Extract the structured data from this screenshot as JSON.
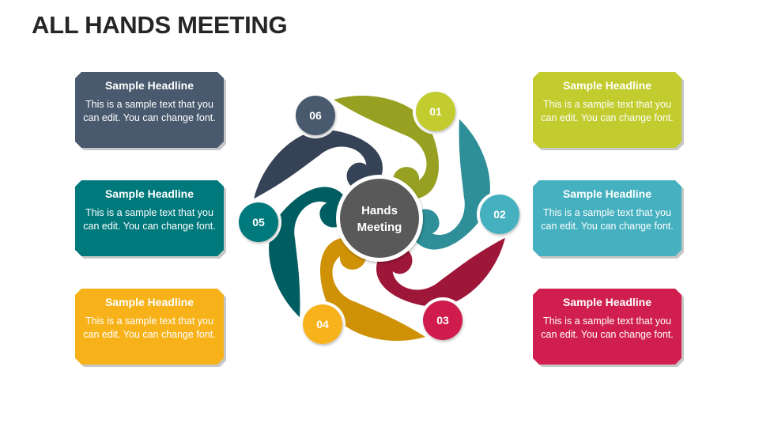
{
  "title": "ALL HANDS MEETING",
  "hub": {
    "line1": "Hands",
    "line2": "Meeting",
    "color": "#595959"
  },
  "steps": [
    {
      "num": "01",
      "headline": "Sample Headline",
      "body": "This is a sample text that you can edit. You can change font.",
      "color": "#c2cc2e",
      "dark": "#97a021"
    },
    {
      "num": "02",
      "headline": "Sample Headline",
      "body": "This is a sample text that you can edit. You can change font.",
      "color": "#45b0bf",
      "dark": "#2e8f98"
    },
    {
      "num": "03",
      "headline": "Sample Headline",
      "body": "This is a sample text that you can edit. You can change font.",
      "color": "#d01f4e",
      "dark": "#9e1739"
    },
    {
      "num": "04",
      "headline": "Sample Headline",
      "body": "This is a sample text that you can edit. You can change font.",
      "color": "#f7b21a",
      "dark": "#cf9207"
    },
    {
      "num": "05",
      "headline": "Sample Headline",
      "body": "This is a sample text that you can edit. You can change font.",
      "color": "#00797c",
      "dark": "#005d61"
    },
    {
      "num": "06",
      "headline": "Sample Headline",
      "body": "This is a sample text that you can edit. You can change font.",
      "color": "#4a5a6e",
      "dark": "#364356"
    }
  ]
}
